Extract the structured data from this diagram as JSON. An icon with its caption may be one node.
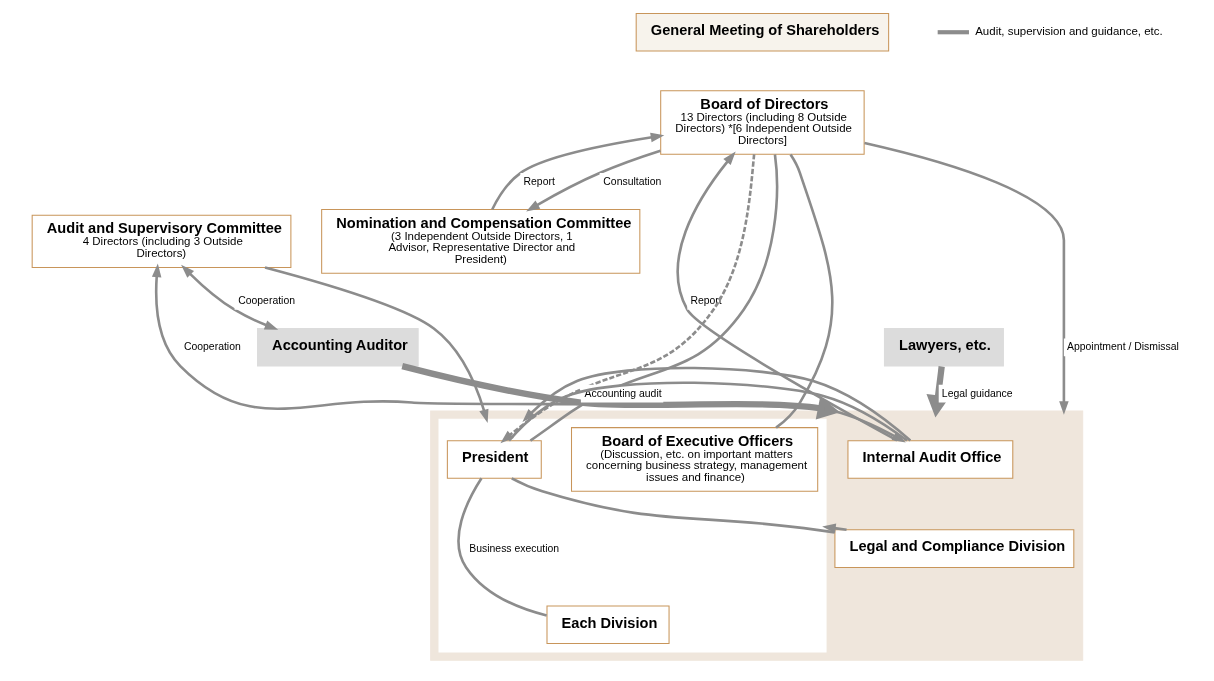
{
  "diagram": {
    "nodes": [
      {
        "text": [
          "General Meeting of Shareholders"
        ]
      },
      {
        "text": [
          "Board of Directors",
          "13 Directors (including 8 Outside Directors) *[6 Independent Outside Directors]"
        ]
      },
      {
        "text": [
          "Audit and Supervisory Committee",
          "4 Directors (including 3 Outside Directors)"
        ]
      },
      {
        "text": [
          "Nomination and Compensation Committee",
          "(3 Independent Outside Directors, 1 Advisor, Representative Director and President)"
        ]
      },
      {
        "text": [
          "Accounting Auditor"
        ]
      },
      {
        "text": [
          "Lawyers, etc."
        ]
      },
      {
        "text": [],
        "shape": "box"
      },
      {
        "text": [
          "Internal Audit Office"
        ],
        "in": 6
      },
      {
        "text": [
          "Legal and Compliance Division"
        ],
        "in": 6
      },
      {
        "text": [],
        "shape": "box",
        "in": 6
      },
      {
        "text": [
          "President"
        ],
        "in": 9
      },
      {
        "text": [
          "Board of Executive Officers",
          "(Discussion, etc. on important matters concerning business strategy, management issues and finance)"
        ],
        "in": 9
      },
      {
        "text": [
          "Each Division"
        ],
        "in": 9
      }
    ],
    "edges": [
      {
        "from": 2,
        "to": 4,
        "arrow": "both",
        "label": "Cooperation"
      },
      {
        "from": 2,
        "to": 7,
        "arrow": "both",
        "label": "Cooperation"
      },
      {
        "from": 2,
        "to": 9,
        "arrow": "to"
      },
      {
        "from": 7,
        "to": 1,
        "arrow": "to",
        "label": "Report"
      },
      {
        "from": 1,
        "to": 6,
        "arrow": "to",
        "label": "Appointment / Dismissal"
      },
      {
        "from": 1,
        "to": 10,
        "arrow": "to",
        "style": "dashed"
      },
      {
        "from": 1,
        "to": 10,
        "arrow": "none"
      },
      {
        "from": 1,
        "to": 11,
        "arrow": "none"
      },
      {
        "from": 10,
        "to": 12,
        "arrow": "none",
        "label": "Business execution"
      },
      {
        "from": 1,
        "to": 3,
        "arrow": "to",
        "label": "Consultation"
      },
      {
        "from": 3,
        "to": 1,
        "arrow": "to",
        "label": "Report"
      },
      {
        "from": 4,
        "to": 6,
        "arrow": "to",
        "label": "Accounting audit",
        "style": "thick"
      },
      {
        "from": 5,
        "to": 6,
        "arrow": "to",
        "label": "Legal guidance",
        "style": "thick"
      },
      {
        "from": 7,
        "to": 10,
        "arrow": "none"
      },
      {
        "from": 8,
        "to": 10,
        "arrow": "none"
      },
      {
        "from": 7,
        "to": 9,
        "arrow": "to"
      },
      {
        "from": 8,
        "to": 9,
        "arrow": "to"
      }
    ],
    "legend": [
      {
        "text": "Audit, supervision and guidance, etc."
      }
    ]
  }
}
